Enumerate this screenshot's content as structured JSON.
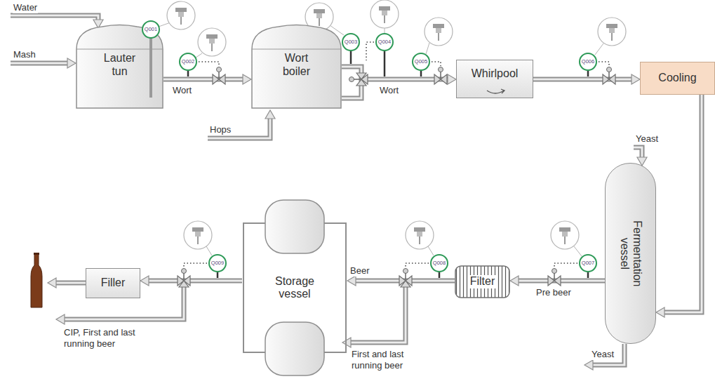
{
  "diagram": {
    "nodes": [
      {
        "text": [
          "Lauter tun"
        ]
      },
      {
        "text": [
          "Q001"
        ]
      },
      {
        "text": [
          "Q002"
        ]
      },
      {
        "text": [
          "Wort boiler"
        ]
      },
      {
        "text": [
          "Q003"
        ]
      },
      {
        "text": [
          "Q004"
        ]
      },
      {
        "text": [
          "Q005"
        ]
      },
      {
        "text": [
          "Whirlpool"
        ]
      },
      {
        "text": [
          "Q006"
        ]
      },
      {
        "text": [
          "Cooling"
        ]
      },
      {
        "text": [
          "Fermentation vessel"
        ]
      },
      {
        "text": [
          "Q007"
        ]
      },
      {
        "text": [
          "Filter"
        ]
      },
      {
        "text": [
          "Q008"
        ]
      },
      {
        "text": [
          "Storage vessel"
        ]
      },
      {
        "text": [
          "Q009"
        ]
      },
      {
        "text": [
          "Filler"
        ]
      }
    ],
    "edges": [
      {
        "from": 0,
        "to": 3,
        "arrow": "to"
      },
      {
        "from": 3,
        "to": 7,
        "arrow": "to"
      },
      {
        "from": 7,
        "to": 9,
        "arrow": "to"
      },
      {
        "from": 9,
        "to": 10,
        "arrow": "to"
      },
      {
        "from": 10,
        "to": 12,
        "arrow": "to"
      },
      {
        "from": 12,
        "to": 14,
        "arrow": "to"
      },
      {
        "from": 14,
        "to": 16,
        "arrow": "to"
      }
    ],
    "labels": [
      "Water",
      "Mash",
      "Hops",
      "Wort",
      "Wort",
      "Yeast",
      "Yeast",
      "Beer",
      "Pre beer",
      "First and last running beer",
      "CIP, First and last running beer"
    ]
  }
}
